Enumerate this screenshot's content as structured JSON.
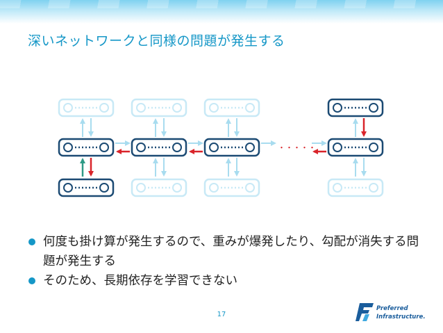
{
  "slide": {
    "title": "深いネットワークと同様の問題が発生する",
    "bullets": [
      "何度も掛け算が発生するので、重みが爆発したり、勾配が消失する問題が発生する",
      "そのため、長期依存を学習できない"
    ],
    "page_number": "17"
  },
  "diagram": {
    "ellipsis": "・・・・・"
  },
  "logo": {
    "line1": "Preferred",
    "line2": "Infrastructure."
  },
  "colors": {
    "accent": "#1597c7",
    "node_active": "#1b4a73",
    "node_faded": "#c8e9f6",
    "arrow_red": "#d9242a",
    "arrow_teal": "#2e9a86",
    "arrow_faded": "#9fd8ee"
  }
}
